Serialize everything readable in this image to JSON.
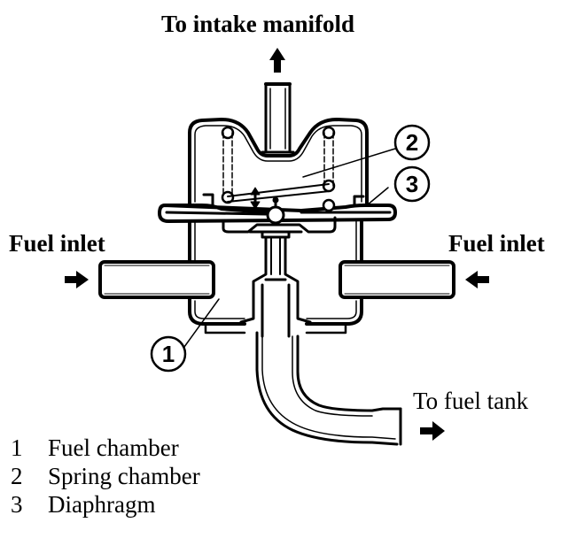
{
  "diagram": {
    "title": "Fuel pressure regulator",
    "flow_labels": {
      "intake": "To intake manifold",
      "inlet_left": "Fuel inlet",
      "inlet_right": "Fuel inlet",
      "tank": "To fuel tank"
    },
    "callouts": [
      {
        "number": "1",
        "target": "Fuel chamber"
      },
      {
        "number": "2",
        "target": "Spring chamber"
      },
      {
        "number": "3",
        "target": "Diaphragm"
      }
    ],
    "legend": [
      {
        "number": "1",
        "label": "Fuel chamber"
      },
      {
        "number": "2",
        "label": "Spring chamber"
      },
      {
        "number": "3",
        "label": "Diaphragm"
      }
    ],
    "colors": {
      "ink": "#000000",
      "paper": "#ffffff"
    }
  }
}
